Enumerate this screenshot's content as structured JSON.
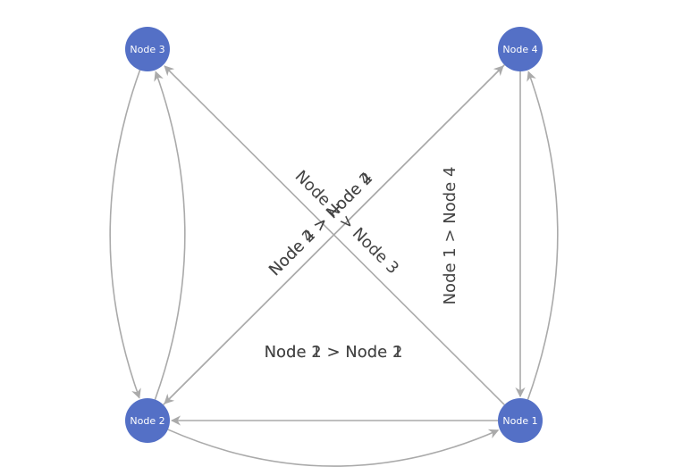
{
  "colors": {
    "node_fill": "#5470c6",
    "node_text": "#ffffff",
    "edge_stroke": "#aaaaaa",
    "edge_label_text": "#444444",
    "background": "#ffffff"
  },
  "nodes": [
    {
      "id": "n1",
      "label": "Node 1"
    },
    {
      "id": "n2",
      "label": "Node 2"
    },
    {
      "id": "n3",
      "label": "Node 3"
    },
    {
      "id": "n4",
      "label": "Node 4"
    }
  ],
  "edges": [
    {
      "id": "e12",
      "source": "n1",
      "target": "n2",
      "label": "Node 1 > Node 2"
    },
    {
      "id": "e21",
      "source": "n2",
      "target": "n1",
      "label": "Node 2 > Node 1"
    },
    {
      "id": "e14",
      "source": "n1",
      "target": "n4",
      "label": "Node 1 > Node 4"
    },
    {
      "id": "e41",
      "source": "n4",
      "target": "n1",
      "label": ""
    },
    {
      "id": "e13",
      "source": "n1",
      "target": "n3",
      "label": "Node 1 > Node 3"
    },
    {
      "id": "e24",
      "source": "n2",
      "target": "n4",
      "label": "Node 2 > Node 4"
    },
    {
      "id": "e42",
      "source": "n4",
      "target": "n2",
      "label": "Node 4 > Node 2"
    },
    {
      "id": "e23",
      "source": "n2",
      "target": "n3",
      "label": ""
    },
    {
      "id": "e32",
      "source": "n3",
      "target": "n2",
      "label": ""
    }
  ]
}
